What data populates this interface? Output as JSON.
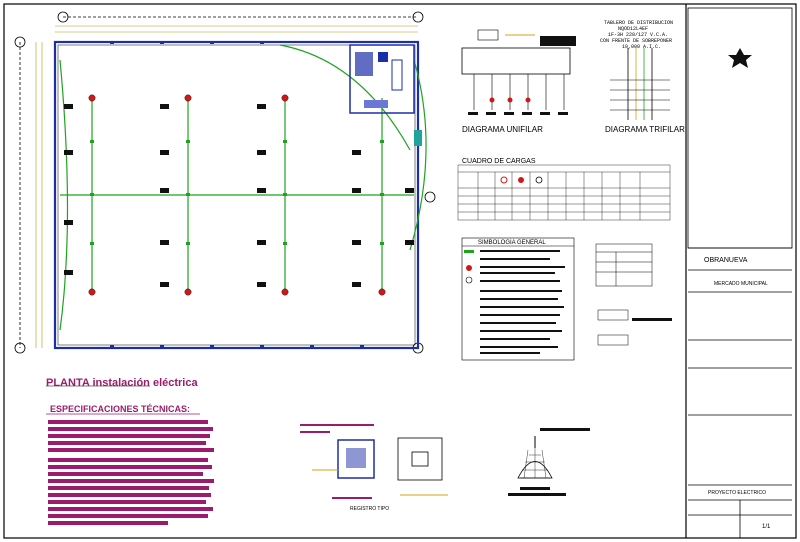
{
  "titles": {
    "plan": "PLANTA instalación eléctrica",
    "specs": "ESPECIFICACIONES TÉCNICAS:",
    "unifilar": "DIAGRAMA UNIFILAR",
    "trifilar": "DIAGRAMA TRIFILAR",
    "cargas": "CUADRO DE CARGAS",
    "simbologia": "SIMBOLOGIA GENERAL",
    "tablero_l1": "TABLERO DE DISTRIBUCION",
    "tablero_l2": "NQOD12L4EF",
    "tablero_l3": "1F-3H 220/127 V.C.A.",
    "tablero_l4": "CON FRENTE DE SOBREPONER",
    "tablero_l5": "10,000 A.I.C.",
    "registro": "REGISTRO TIPO"
  },
  "title_block": {
    "location": "OBRANUEVA",
    "project": "MERCADO MUNICIPAL",
    "drawing": "PROYECTO ELECTRICO",
    "sheet": "1/1"
  },
  "colors": {
    "green": "#1fa31f",
    "magenta": "#9b1c6c",
    "blue": "#1d2fa8",
    "red": "#d01818",
    "dark": "#111111"
  }
}
